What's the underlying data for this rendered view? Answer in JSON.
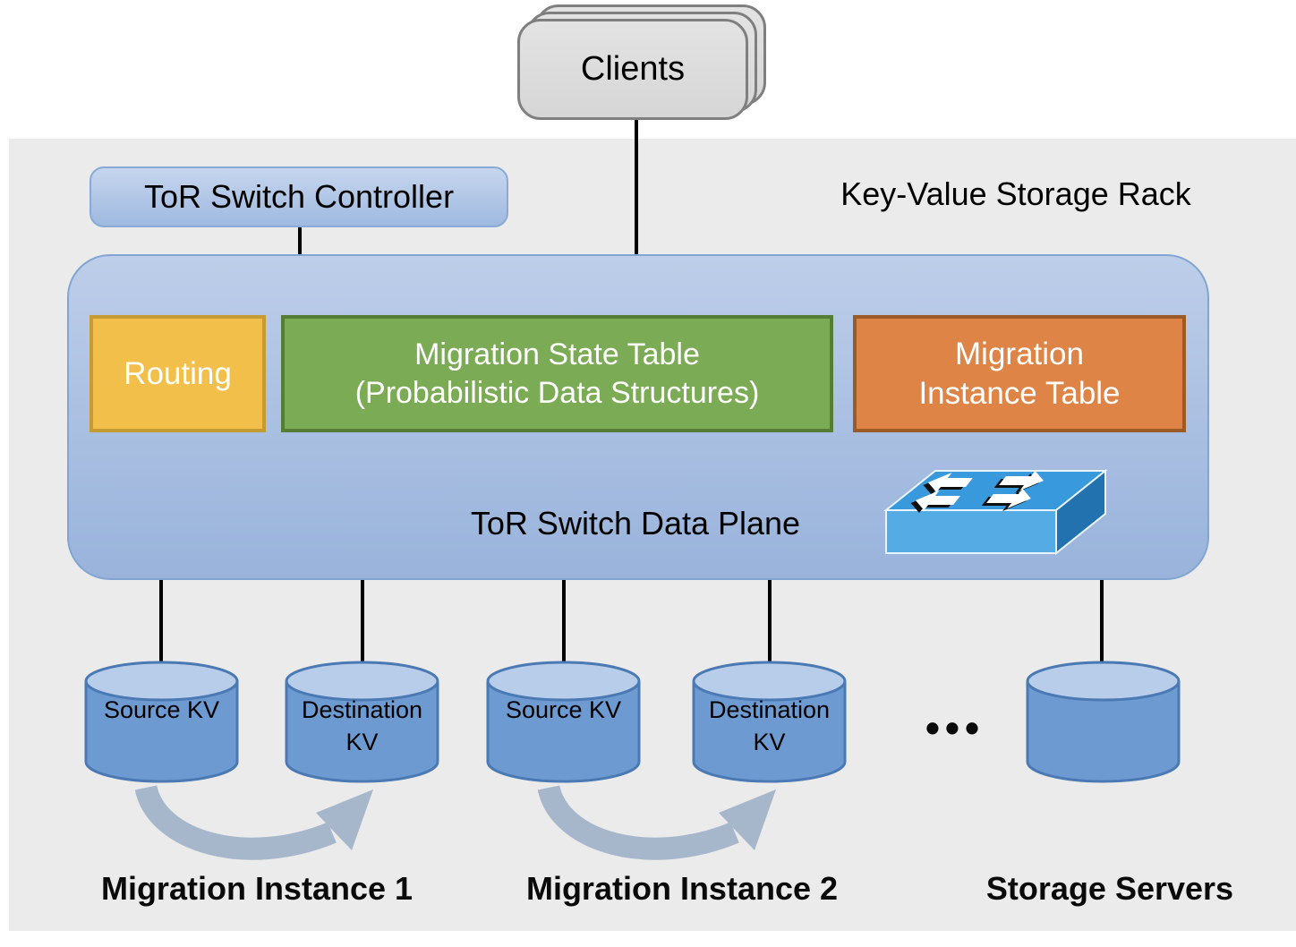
{
  "diagram_title": "Key-Value Storage Rack",
  "clients": {
    "label": "Clients"
  },
  "controller": {
    "label": "ToR Switch Controller"
  },
  "rack": {
    "title": "Key-Value Storage Rack"
  },
  "data_plane": {
    "label": "ToR Switch Data Plane",
    "routing": {
      "label": "Routing"
    },
    "state_table": {
      "line1": "Migration State Table",
      "line2": "(Probabilistic Data Structures)"
    },
    "instance_table": {
      "line1": "Migration",
      "line2": "Instance Table"
    }
  },
  "servers": {
    "cylinders": [
      {
        "label": "Source KV"
      },
      {
        "label": "Destination KV"
      },
      {
        "label": "Source KV"
      },
      {
        "label": "Destination KV"
      },
      {
        "label": ""
      }
    ],
    "ellipsis": "•••"
  },
  "footer": {
    "instance1": "Migration Instance 1",
    "instance2": "Migration Instance 2",
    "storage": "Storage Servers"
  },
  "icons": {
    "switch": "network-switch-icon",
    "migration_arrow": "curved-migration-arrow"
  },
  "colors": {
    "rack_background": "#ebebeb",
    "clients_fill": "#dcdcdc",
    "clients_border": "#7f7f7f",
    "blue_node_fill_top": "#c6d6ee",
    "blue_node_fill_bottom": "#99b3db",
    "blue_node_border": "#84a7d3",
    "routing_fill": "#f2c04a",
    "routing_border": "#c59c33",
    "state_table_fill": "#7cab55",
    "state_table_border": "#567d35",
    "instance_table_fill": "#dd8446",
    "instance_table_border": "#9c5a26",
    "cylinder_body": "#6d9ad0",
    "cylinder_top": "#b7cdea",
    "cylinder_border": "#4a79b3",
    "migration_arrow": "#a7b7cb",
    "switch_top": "#3899dc",
    "switch_front": "#55ace4",
    "switch_side": "#2272b0",
    "connector_line": "#000000"
  }
}
